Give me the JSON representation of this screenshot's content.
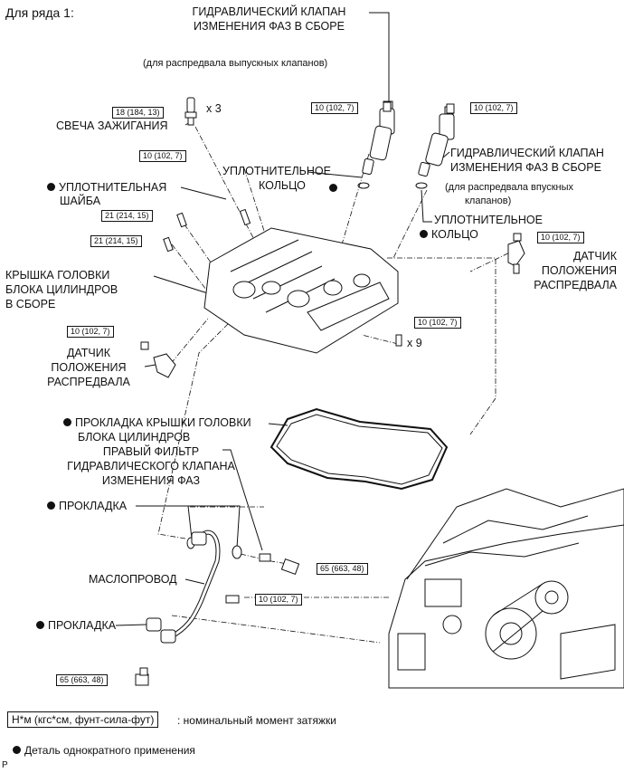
{
  "header": {
    "row": "Для ряда 1:"
  },
  "labels": {
    "vvt_exhaust_l1": "ГИДРАВЛИЧЕСКИЙ КЛАПАН",
    "vvt_exhaust_l2": "ИЗМЕНЕНИЯ ФАЗ В СБОРЕ",
    "vvt_exhaust_note": "(для распредвала выпускных клапанов)",
    "spark_plug": "СВЕЧА ЗАЖИГАНИЯ",
    "o_ring_l1": "УПЛОТНИТЕЛЬНОЕ",
    "o_ring_l2": "КОЛЬЦО",
    "seal_washer_l1": "УПЛОТНИТЕЛЬНАЯ",
    "seal_washer_l2": "ШАЙБА",
    "vvt_intake_l1": "ГИДРАВЛИЧЕСКИЙ КЛАПАН",
    "vvt_intake_l2": "ИЗМЕНЕНИЯ ФАЗ В СБОРЕ",
    "vvt_intake_note_l1": "(для распредвала впускных",
    "vvt_intake_note_l2": "клапанов)",
    "o_ring2_l1": "УПЛОТНИТЕЛЬНОЕ",
    "o_ring2_l2": "КОЛЬЦО",
    "cam_sensor_r_l1": "ДАТЧИК",
    "cam_sensor_r_l2": "ПОЛОЖЕНИЯ",
    "cam_sensor_r_l3": "РАСПРЕДВАЛА",
    "head_cover_l1": "КРЫШКА ГОЛОВКИ",
    "head_cover_l2": "БЛОКА ЦИЛИНДРОВ",
    "head_cover_l3": "В СБОРЕ",
    "cam_sensor_l_l1": "ДАТЧИК",
    "cam_sensor_l_l2": "ПОЛОЖЕНИЯ",
    "cam_sensor_l_l3": "РАСПРЕДВАЛА",
    "cover_gasket_l1": "ПРОКЛАДКА КРЫШКИ ГОЛОВКИ",
    "cover_gasket_l2": "БЛОКА ЦИЛИНДРОВ",
    "oil_filter_l1": "ПРАВЫЙ ФИЛЬТР",
    "oil_filter_l2": "ГИДРАВЛИЧЕСКОГО КЛАПАНА",
    "oil_filter_l3": "ИЗМЕНЕНИЯ ФАЗ",
    "gasket1": "ПРОКЛАДКА",
    "oil_pipe": "МАСЛОПРОВОД",
    "gasket2": "ПРОКЛАДКА",
    "qty_plug": "x 3",
    "qty_bolts": "x 9"
  },
  "torques": {
    "spark_plug": "18 (184, 13)",
    "vvt_exhaust_bolt": "10 (102, 7)",
    "vvt_intake_bolt": "10 (102, 7)",
    "cover_bolt_top": "10 (102, 7)",
    "stud_1": "21 (214, 15)",
    "stud_2": "21 (214, 15)",
    "cam_sensor_r": "10 (102, 7)",
    "cam_sensor_l": "10 (102, 7)",
    "cover_bolts": "10 (102, 7)",
    "union_bolt": "65 (663, 48)",
    "pipe_bolt": "10 (102, 7)",
    "union_bolt_lower": "65 (663, 48)"
  },
  "legend": {
    "torque_unit": "Н*м (кгс*см, фунт-сила-фут)",
    "torque_desc": ": номинальный момент затяжки",
    "non_reusable": "Деталь однократного применения"
  },
  "footer": {
    "code": "P"
  }
}
